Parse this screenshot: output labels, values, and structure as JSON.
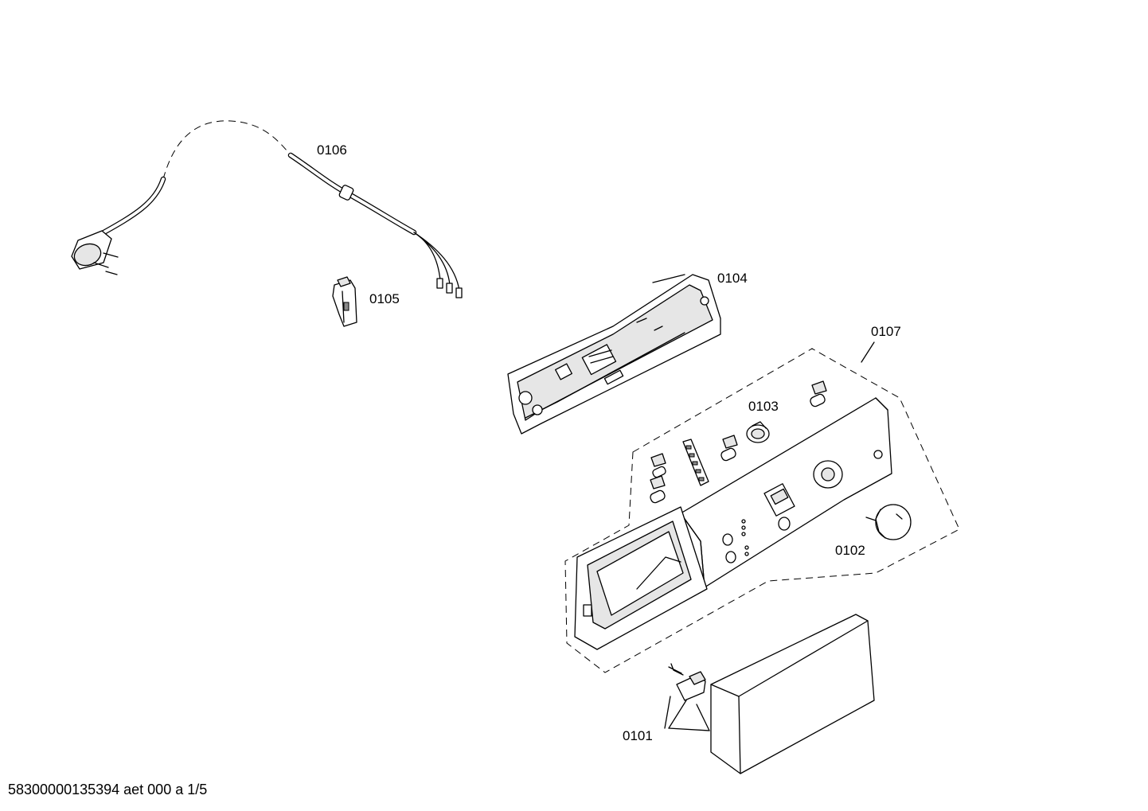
{
  "callouts": {
    "p0101": "0101",
    "p0102": "0102",
    "p0103": "0103",
    "p0104": "0104",
    "p0105": "0105",
    "p0106": "0106",
    "p0107": "0107"
  },
  "footer": {
    "doc_code": "58300000135394 aet 000 a 1/5"
  }
}
